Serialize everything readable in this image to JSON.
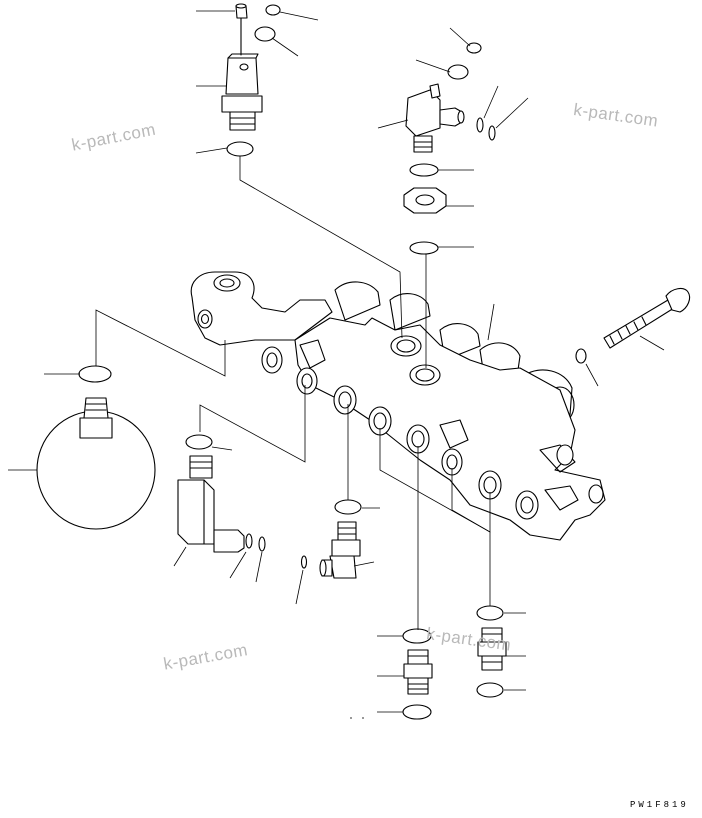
{
  "watermarks": [
    "k-part.com",
    "k-part.com",
    "k-part.com",
    "k-part.com"
  ],
  "drawing_code": "PW1F819"
}
